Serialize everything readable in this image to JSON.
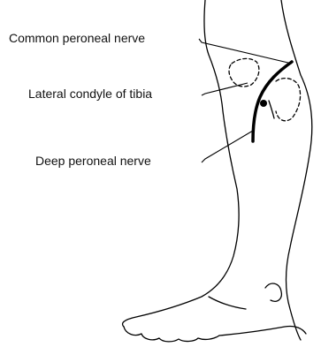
{
  "labels": {
    "common_peroneal": "Common peroneal nerve",
    "lateral_condyle": "Lateral condyle of tibia",
    "deep_peroneal": "Deep peroneal nerve"
  }
}
